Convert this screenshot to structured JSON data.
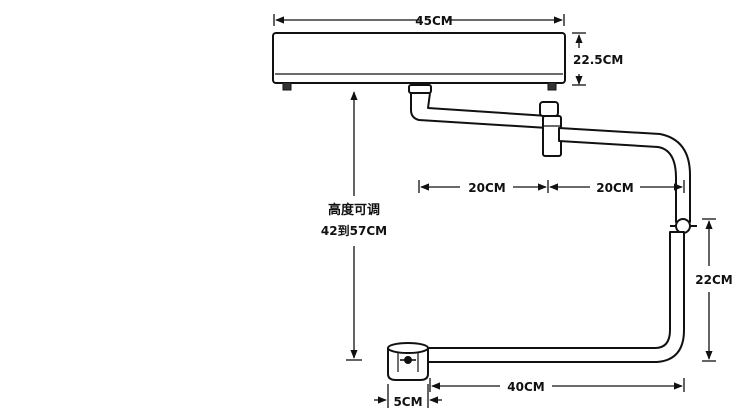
{
  "dimensions": {
    "platform_width": "45CM",
    "platform_depth": "22.5CM",
    "height_adjustable_label": "高度可调",
    "height_range": "42到57CM",
    "arm_segment_1": "20CM",
    "arm_segment_2": "20CM",
    "vertical_post": "22CM",
    "base_arm": "40CM",
    "clamp_width": "5CM"
  },
  "colors": {
    "line": "#111111",
    "part_fill": "#ffffff",
    "part_shade": "#d8d8d8"
  }
}
